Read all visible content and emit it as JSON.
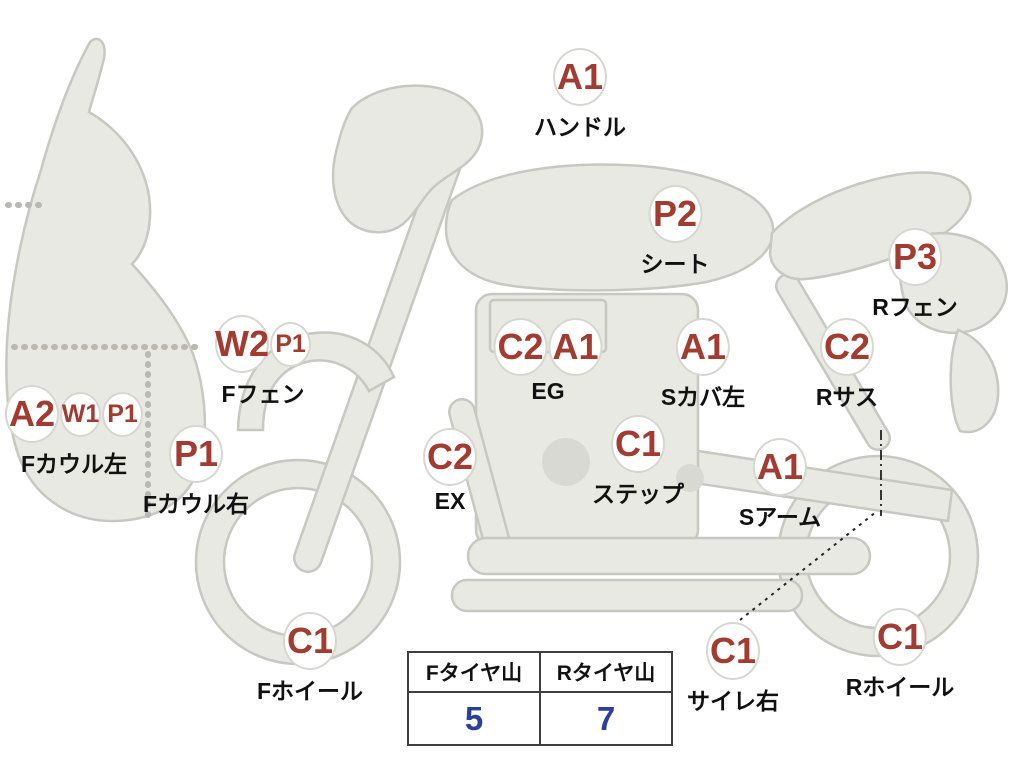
{
  "colors": {
    "code_red": "#a33b31",
    "value_blue": "#2b3f9e",
    "sketch_fill": "#e9e9e3",
    "sketch_stroke": "#c8c8c2"
  },
  "diagram": {
    "markers": [
      {
        "codes": [
          "A1"
        ],
        "label": "ハンドル"
      },
      {
        "codes": [
          "P2"
        ],
        "label": "シート"
      },
      {
        "codes": [
          "P3"
        ],
        "label": "Rフェン"
      },
      {
        "codes": [
          "W2",
          "P1"
        ],
        "label": "Fフェン"
      },
      {
        "codes": [
          "C2",
          "A1"
        ],
        "label": "EG"
      },
      {
        "codes": [
          "A1"
        ],
        "label": "Sカバ左"
      },
      {
        "codes": [
          "C2"
        ],
        "label": "Rサス"
      },
      {
        "codes": [
          "A2",
          "W1",
          "P1"
        ],
        "label": "Fカウル左"
      },
      {
        "codes": [
          "P1"
        ],
        "label": "Fカウル右"
      },
      {
        "codes": [
          "C2"
        ],
        "label": "EX"
      },
      {
        "codes": [
          "C1"
        ],
        "label": "ステップ"
      },
      {
        "codes": [
          "A1"
        ],
        "label": "Sアーム"
      },
      {
        "codes": [
          "C1"
        ],
        "label": "Fホイール"
      },
      {
        "codes": [
          "C1"
        ],
        "label": "サイレ右"
      },
      {
        "codes": [
          "C1"
        ],
        "label": "Rホイール"
      }
    ]
  },
  "tire_table": {
    "headers": [
      "Fタイヤ山",
      "Rタイヤ山"
    ],
    "values": [
      "5",
      "7"
    ]
  }
}
